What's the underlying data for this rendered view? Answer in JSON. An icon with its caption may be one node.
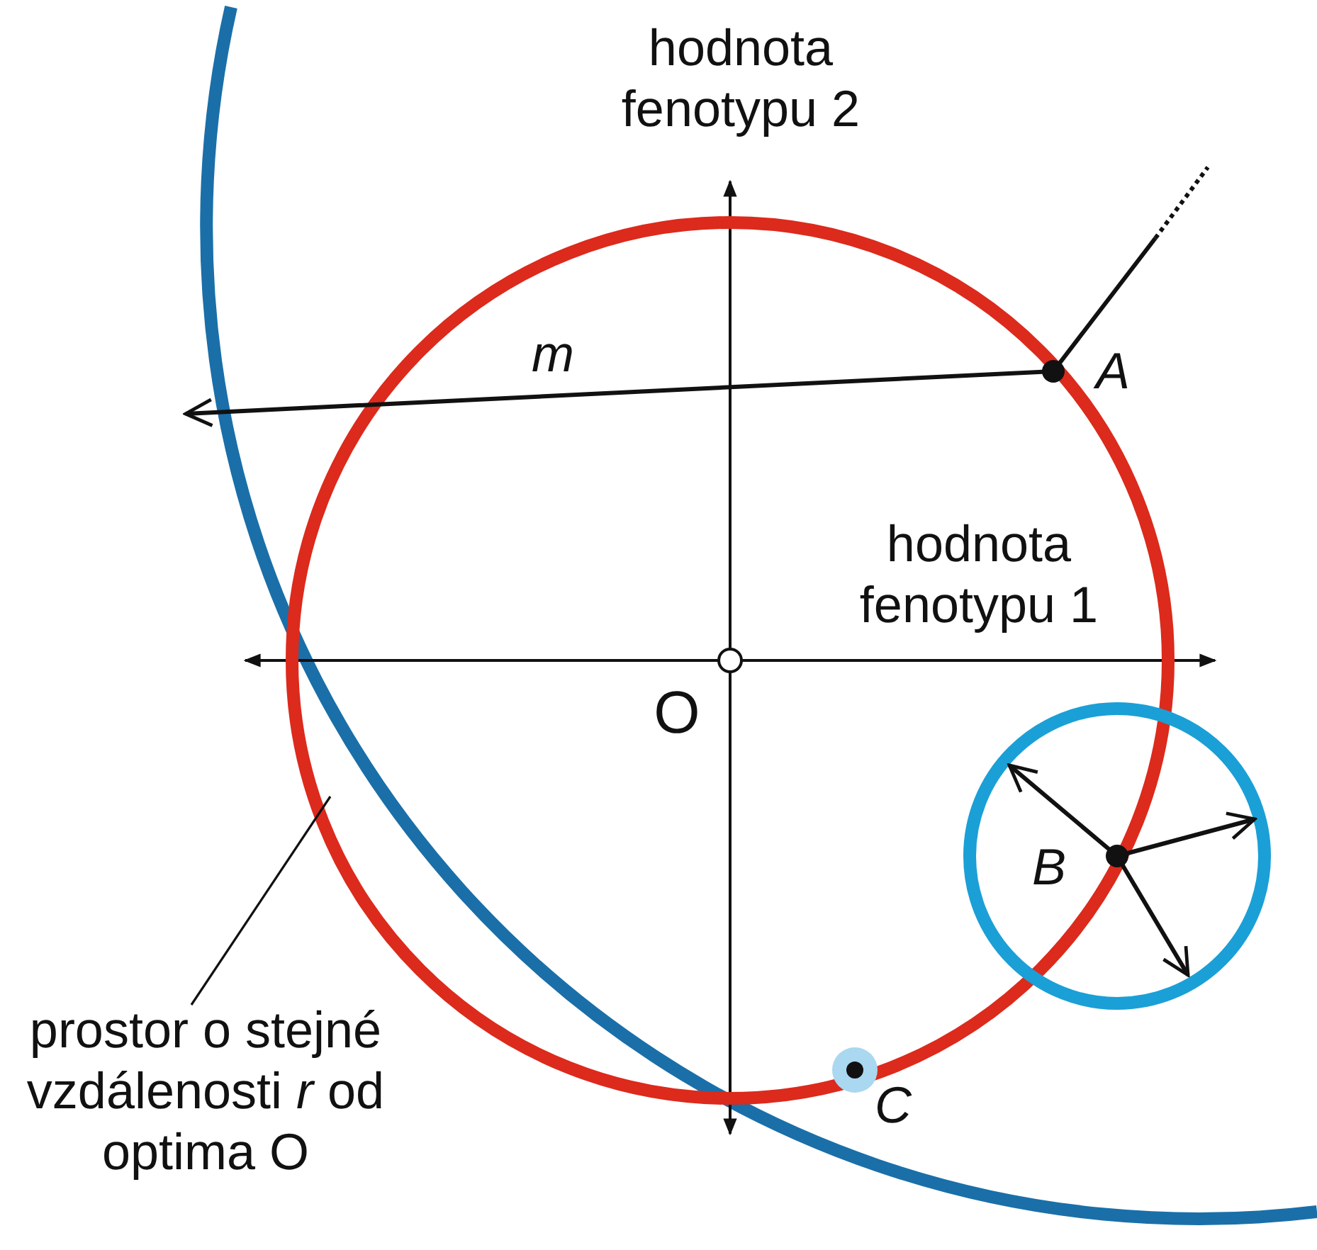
{
  "diagram": {
    "nodes": [
      {
        "text": [],
        "shape": "circle"
      },
      {
        "text": [
          "prostor o stejné vzdálenosti *r* od optima O"
        ]
      }
    ],
    "edges": [
      {
        "from": 1,
        "to": 0,
        "arrow": "none"
      }
    ],
    "labels": [
      "hodnota fenotypu 2",
      "m",
      "A",
      "hodnota fenotypu 1",
      "O",
      "B",
      "C"
    ]
  }
}
